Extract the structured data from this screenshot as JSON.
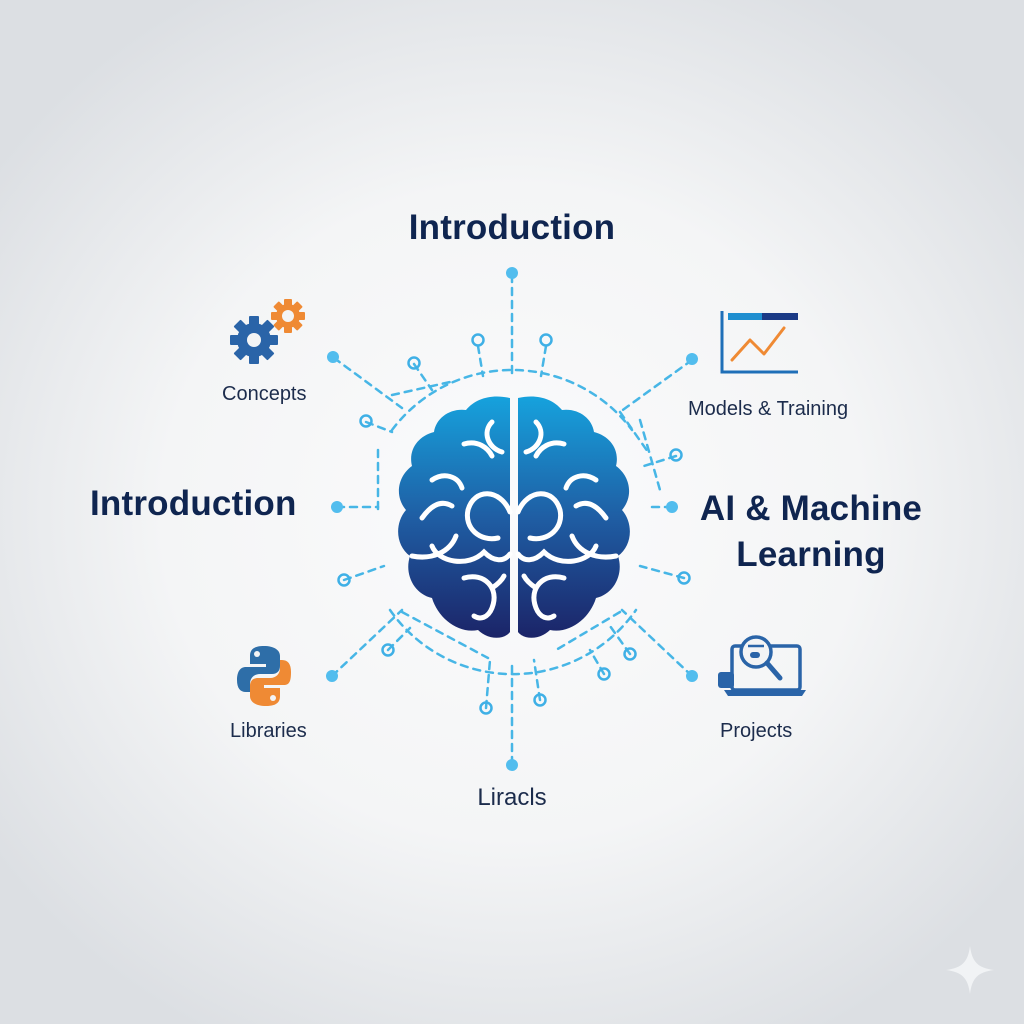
{
  "diagram": {
    "type": "mind-map",
    "center": {
      "icon": "brain-icon",
      "gradient": [
        "#169ad6",
        "#1a2a6c"
      ]
    },
    "colors": {
      "text_dark": "#0f2550",
      "connector": "#47b6e6",
      "accent_orange": "#ef8a34",
      "accent_blue": "#2a64a8"
    },
    "nodes": {
      "top": {
        "label": "Introduction"
      },
      "left": {
        "label": "Introduction"
      },
      "right": {
        "label": "AI & Machine Learning",
        "line1": "AI & Machine",
        "line2": "Learning"
      },
      "bottom": {
        "label": "Liracls"
      },
      "top_left": {
        "label": "Concepts",
        "icon": "gears-icon"
      },
      "top_right": {
        "label": "Models & Training",
        "icon": "line-chart-icon"
      },
      "bottom_left": {
        "label": "Libraries",
        "icon": "python-logo-icon"
      },
      "bottom_right": {
        "label": "Projects",
        "icon": "laptop-magnifier-icon"
      }
    },
    "watermark": {
      "icon": "sparkle-icon"
    }
  }
}
